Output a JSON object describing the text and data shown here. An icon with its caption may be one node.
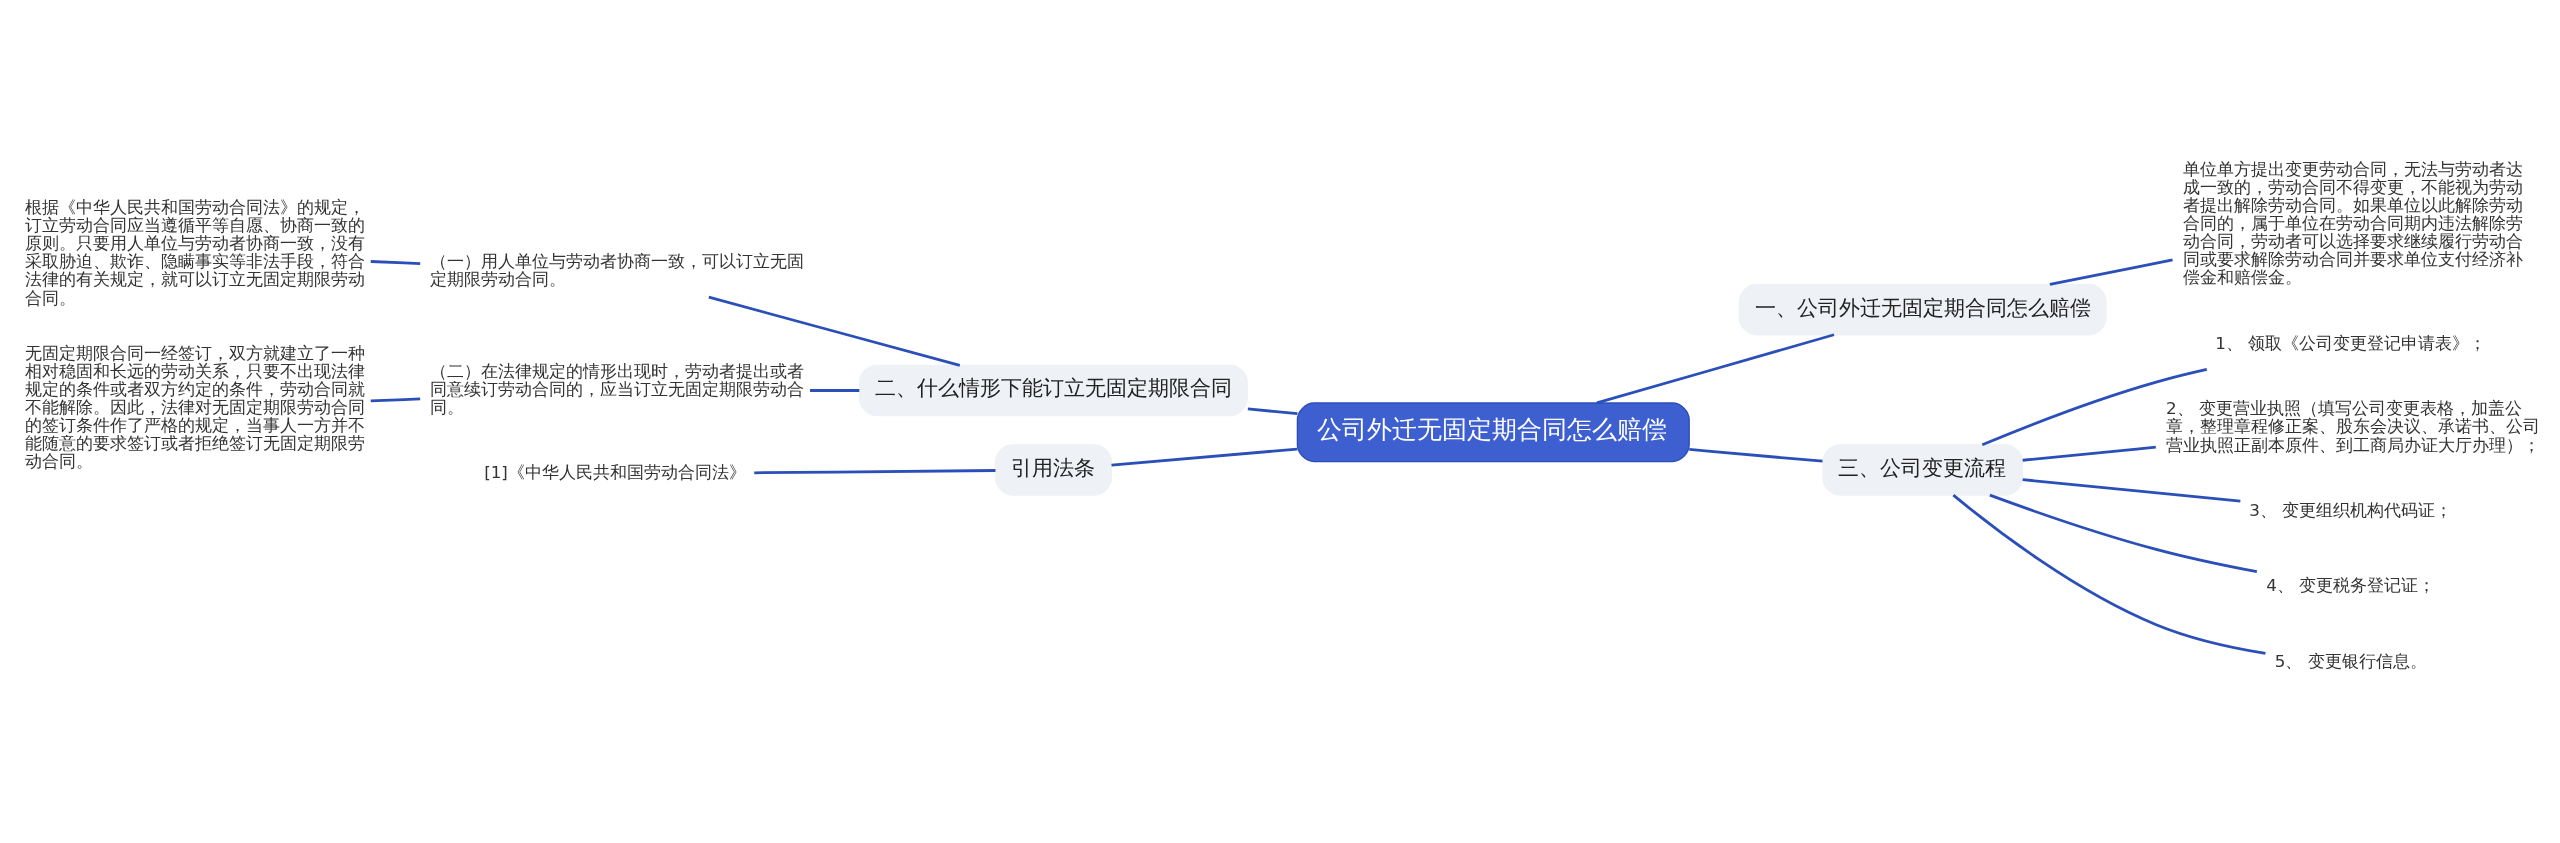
{
  "diagram": {
    "nodes": [
      {
        "text": [
          "公司外迁无固定期合同怎么赔偿"
        ]
      },
      {
        "text": [
          "二、什么情形下能订立无固定期限合同"
        ]
      },
      {
        "text": [
          "（一）用人单位与劳动者协商一致，可以订立无固定期限劳动合同。"
        ]
      },
      {
        "text": [
          "根据《中华人民共和国劳动合同法》的规定，订立劳动合同应当遵循平等自愿、协商一致的原则。只要用人单位与劳动者协商一致，没有采取胁迫、欺诈、隐瞒事实等非法手段，符合法律的有关规定，就可以订立无固定期限劳动合同。"
        ]
      },
      {
        "text": [
          "（二）在法律规定的情形出现时，劳动者提出或者同意续订劳动合同的，应当订立无固定期限劳动合同。"
        ]
      },
      {
        "text": [
          "无固定期限合同一经签订，双方就建立了一种相对稳固和长远的劳动关系，只要不出现法律规定的条件或者双方约定的条件，劳动合同就不能解除。因此，法律对无固定期限劳动合同的签订条件作了严格的规定，当事人一方并不能随意的要求签订或者拒绝签订无固定期限劳动合同。"
        ]
      },
      {
        "text": [
          "引用法条"
        ]
      },
      {
        "text": [
          "[1]《中华人民共和国劳动合同法》"
        ]
      },
      {
        "text": [
          "一、公司外迁无固定期合同怎么赔偿"
        ]
      },
      {
        "text": [
          "单位单方提出变更劳动合同，无法与劳动者达成一致的，劳动合同不得变更，不能视为劳动者提出解除劳动合同。如果单位以此解除劳动合同的，属于单位在劳动合同期内违法解除劳动合同，劳动者可以选择要求继续履行劳动合同或要求解除劳动合同并要求单位支付经济补偿金和赔偿金。"
        ]
      },
      {
        "text": [
          "三、公司变更流程"
        ]
      },
      {
        "text": [
          "1、 领取《公司变更登记申请表》；"
        ]
      },
      {
        "text": [
          "2、 变更营业执照（填写公司变更表格，加盖公章，整理章程修正案、股东会决议、承诺书、公司营业执照正副本原件、到工商局办证大厅办理）；"
        ]
      },
      {
        "text": [
          "3、 变更组织机构代码证；"
        ]
      },
      {
        "text": [
          "4、 变更税务登记证；"
        ]
      },
      {
        "text": [
          "5、 变更银行信息。"
        ]
      }
    ],
    "edges": [
      {
        "from": 0,
        "to": 1,
        "arrow": "none"
      },
      {
        "from": 1,
        "to": 2,
        "arrow": "none"
      },
      {
        "from": 2,
        "to": 3,
        "arrow": "none"
      },
      {
        "from": 1,
        "to": 4,
        "arrow": "none"
      },
      {
        "from": 4,
        "to": 5,
        "arrow": "none"
      },
      {
        "from": 0,
        "to": 6,
        "arrow": "none"
      },
      {
        "from": 6,
        "to": 7,
        "arrow": "none"
      },
      {
        "from": 0,
        "to": 8,
        "arrow": "none"
      },
      {
        "from": 8,
        "to": 9,
        "arrow": "none"
      },
      {
        "from": 0,
        "to": 10,
        "arrow": "none"
      },
      {
        "from": 10,
        "to": 11,
        "arrow": "none"
      },
      {
        "from": 10,
        "to": 12,
        "arrow": "none"
      },
      {
        "from": 10,
        "to": 13,
        "arrow": "none"
      },
      {
        "from": 10,
        "to": 14,
        "arrow": "none"
      },
      {
        "from": 10,
        "to": 15,
        "arrow": "none"
      }
    ]
  }
}
